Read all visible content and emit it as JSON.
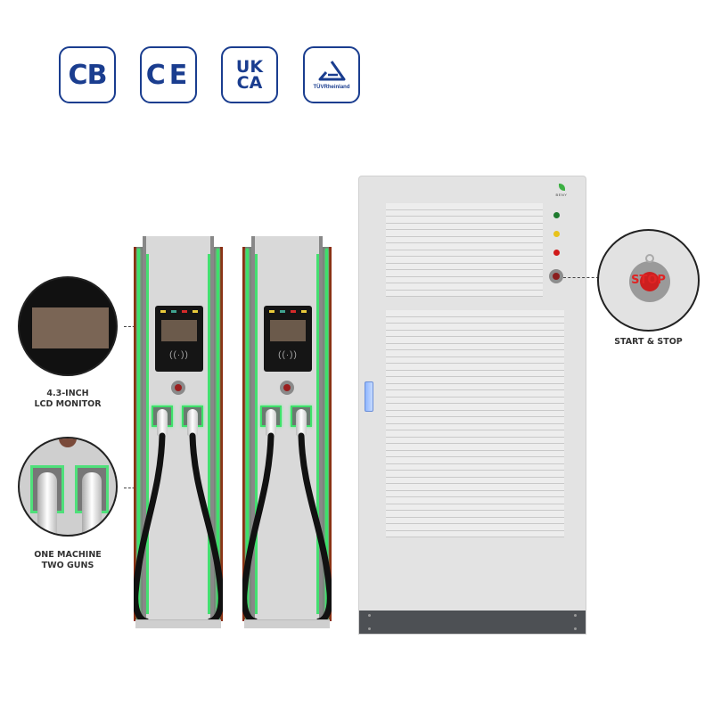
{
  "certifications": [
    {
      "id": "cb",
      "label": "CB"
    },
    {
      "id": "ce",
      "label": "CE"
    },
    {
      "id": "ukca",
      "line1": "UK",
      "line2": "CA"
    },
    {
      "id": "tuv",
      "symbol": "△",
      "label": "TÜVRheinland"
    }
  ],
  "callouts": {
    "lcd": {
      "line1": "4.3-INCH",
      "line2": "LCD MONITOR"
    },
    "guns": {
      "line1": "ONE MACHINE",
      "line2": "TWO GUNS"
    },
    "stop": {
      "label": "START & STOP",
      "button_text": "STOP"
    }
  },
  "charger": {
    "led_colors": [
      "#e8c93a",
      "#3fa38f",
      "#d42a2a",
      "#e8c93a"
    ],
    "lcd_color": "#6b5a4b",
    "nfc_symbol": "((·))",
    "accent_green": "#3ee06a",
    "trim_red": "#8b2a10"
  },
  "cabinet": {
    "indicator_lights": [
      "#1e7a2e",
      "#e8c21a",
      "#d01a1a"
    ],
    "handle_color": "#8fb6ff",
    "plinth_color": "#4d5054",
    "logo_text": "BENY"
  },
  "brand_colors": {
    "cert_blue": "#1a3d8f"
  }
}
